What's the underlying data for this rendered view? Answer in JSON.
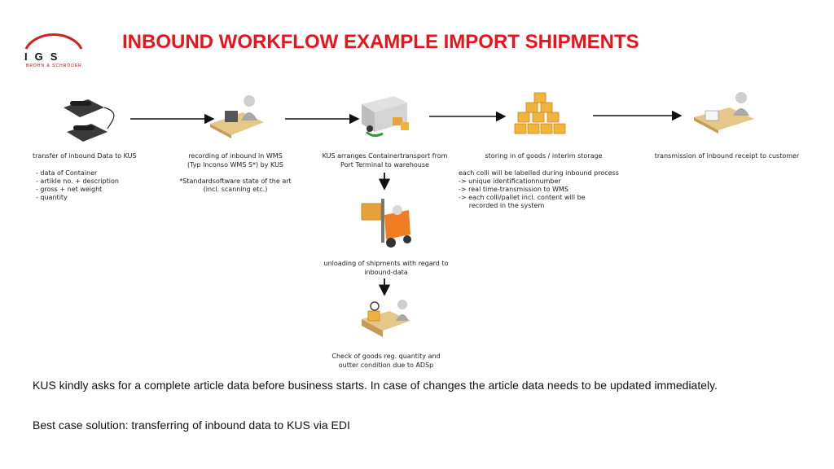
{
  "logo": {
    "text": "IGS",
    "subtext": "BROHN & SCHRÖDER"
  },
  "title": "INBOUND WORKFLOW EXAMPLE IMPORT SHIPMENTS",
  "steps": [
    {
      "label": "transfer of inbound Data to KUS",
      "icon": "telephone-icon"
    },
    {
      "label": "recording of inbound in WMS\n(Typ Inconso WMS S*) by KUS",
      "icon": "desk-worker-icon"
    },
    {
      "label": "KUS arranges Containertransport from\nPort Terminal to warehouse",
      "icon": "truck-icon"
    },
    {
      "label": "storing in of goods / interim storage",
      "icon": "boxes-icon"
    },
    {
      "label": "transmission of inbound receipt to customer",
      "icon": "office-desk-icon"
    },
    {
      "label": "unloading of shipments with regard to\ninbound-data",
      "icon": "forklift-icon"
    },
    {
      "label": "Check of goods reg. quantity and\noutter condition due to ADSp",
      "icon": "inspection-icon"
    }
  ],
  "notes": {
    "data_list": "- data of Container\n- artikle no. + description\n- gross + net weight\n- quantity",
    "wms_footnote": "*Standardsoftware state of the art\n(incl. scanning etc.)",
    "storage_note": "each colli will be labelled during inbound process\n-> unique identificationnumber\n-> real time-transmission to WMS\n-> each colli/pallet incl. content will be\n     recorded in the system"
  },
  "bottom": {
    "line1": "KUS kindly asks for a complete article data before business starts. In case of changes the article data needs to be updated immediately.",
    "line2": "Best case solution: transferring of inbound data to KUS via EDI"
  },
  "colors": {
    "accent": "#e8141b",
    "box": "#f0b43c",
    "text": "#222222"
  }
}
